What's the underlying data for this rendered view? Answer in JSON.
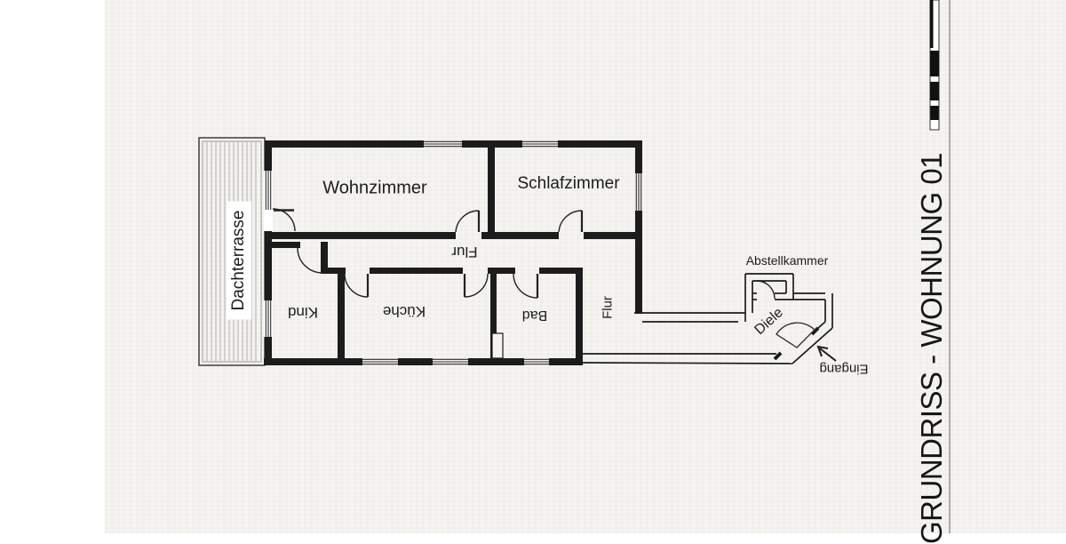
{
  "title": {
    "text": "GRUNDRISS - WOHNUNG 01"
  },
  "rooms": {
    "dachterrasse": "Dachterrasse",
    "wohnzimmer": "Wohnzimmer",
    "schlafzimmer": "Schlafzimmer",
    "flur_mitte": "Flur",
    "kind": "Kind",
    "kueche": "Küche",
    "bad": "Bad",
    "flur_rechts": "Flur",
    "abstellkammer": "Abstellkammer",
    "diele": "Diele",
    "eingang": "Eingang"
  },
  "icons": {
    "entrance_arrow": "arrow pointing to entrance door",
    "fold_mark": "vertical fold/scale mark",
    "fold_line": "vertical page fold line"
  },
  "colors": {
    "wall": "#1c1c1c",
    "page": "#f5f4f1",
    "hatch": "#b4b2af",
    "fold_line": "#7d7b78"
  }
}
